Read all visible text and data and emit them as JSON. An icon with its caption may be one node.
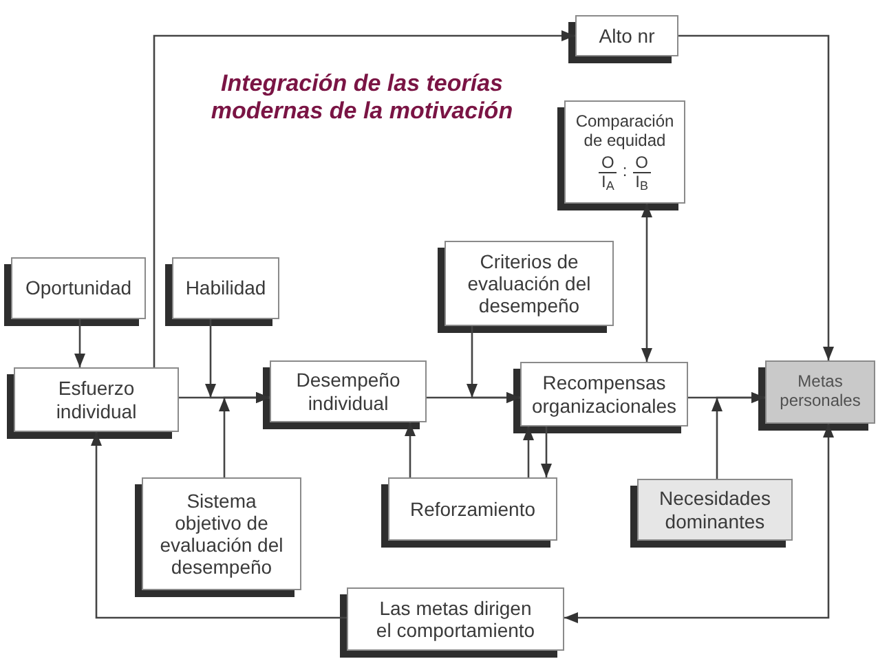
{
  "diagram": {
    "title": "Integración de las teorías modernas de la motivación",
    "nodes": [
      {
        "text": [
          "Alto nr"
        ]
      },
      {
        "text": [
          "Comparación de equidad",
          "O",
          "I$_{A}$",
          ":",
          "O",
          "I$_{B}$"
        ]
      },
      {
        "text": [
          "Oportunidad"
        ]
      },
      {
        "text": [
          "Habilidad"
        ]
      },
      {
        "text": [
          "Criterios de evaluación del desempeño"
        ]
      },
      {
        "text": [
          "Esfuerzo individual"
        ]
      },
      {
        "text": [
          "Desempeño individual"
        ]
      },
      {
        "text": [
          "Recompensas organizacionales"
        ]
      },
      {
        "text": [
          "Metas personales"
        ]
      },
      {
        "text": [
          "Sistema objetivo de evaluación del desempeño"
        ]
      },
      {
        "text": [
          "Reforzamiento"
        ]
      },
      {
        "text": [
          "Necesidades dominantes"
        ]
      },
      {
        "text": [
          "Las metas dirigen el comportamiento"
        ]
      }
    ],
    "edges": [
      {
        "from": 5,
        "to": 0,
        "arrow": "to"
      },
      {
        "from": 0,
        "to": 8,
        "arrow": "to"
      },
      {
        "from": 2,
        "to": 5,
        "arrow": "to"
      },
      {
        "from": 3,
        "to": 6,
        "arrow": "to"
      },
      {
        "from": 5,
        "to": 6,
        "arrow": "to"
      },
      {
        "from": 9,
        "to": 6,
        "arrow": "to"
      },
      {
        "from": 6,
        "to": 7,
        "arrow": "to"
      },
      {
        "from": 4,
        "to": 7,
        "arrow": "to"
      },
      {
        "from": 10,
        "to": 6,
        "arrow": "to"
      },
      {
        "from": 10,
        "to": 7,
        "arrow": "to"
      },
      {
        "from": 7,
        "to": 10,
        "arrow": "to"
      },
      {
        "from": 7,
        "to": 1,
        "arrow": "both"
      },
      {
        "from": 7,
        "to": 8,
        "arrow": "to"
      },
      {
        "from": 11,
        "to": 8,
        "arrow": "to"
      },
      {
        "from": 8,
        "to": 12,
        "arrow": "both"
      },
      {
        "from": 12,
        "to": 5,
        "arrow": "to"
      }
    ]
  }
}
